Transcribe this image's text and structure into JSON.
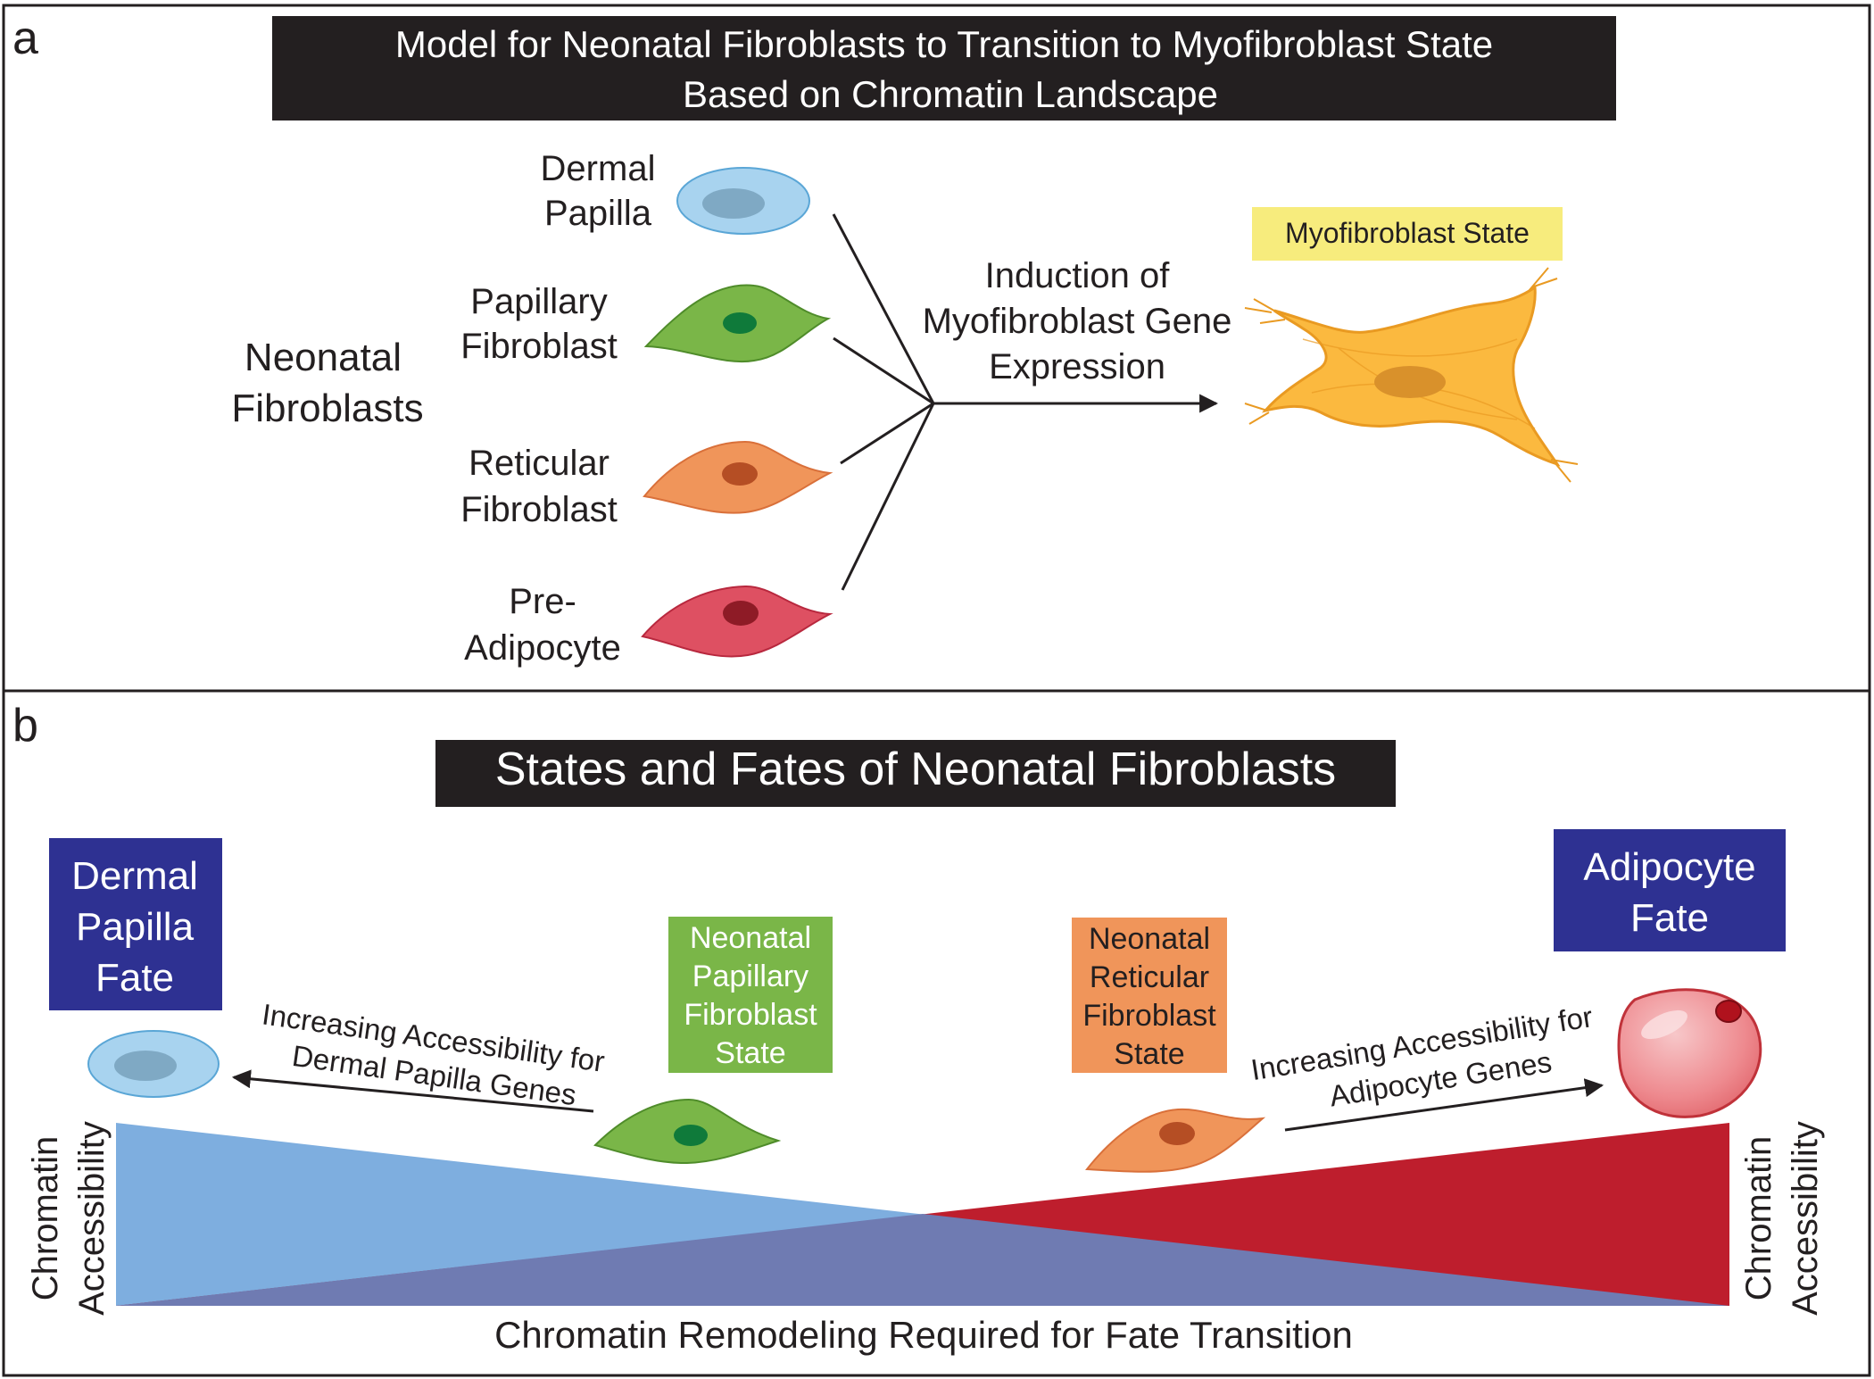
{
  "panel_a": {
    "letter": "a",
    "title_line1": "Model for Neonatal Fibroblasts to Transition to Myofibroblast State",
    "title_line2": "Based on Chromatin Landscape",
    "group_label_line1": "Neonatal",
    "group_label_line2": "Fibroblasts",
    "cells": [
      {
        "line1": "Dermal",
        "line2": "Papilla"
      },
      {
        "line1": "Papillary",
        "line2": "Fibroblast"
      },
      {
        "line1": "Reticular",
        "line2": "Fibroblast"
      },
      {
        "line1": "Pre-",
        "line2": "Adipocyte"
      }
    ],
    "arrow_label_line1": "Induction of",
    "arrow_label_line2": "Myofibroblast Gene",
    "arrow_label_line3": "Expression",
    "target_label": "Myofibroblast State"
  },
  "panel_b": {
    "letter": "b",
    "title": "States and Fates of Neonatal Fibroblasts",
    "left_fate_line1": "Dermal",
    "left_fate_line2": "Papilla",
    "left_fate_line3": "Fate",
    "right_fate_line1": "Adipocyte",
    "right_fate_line2": "Fate",
    "papillary_state_line1": "Neonatal",
    "papillary_state_line2": "Papillary",
    "papillary_state_line3": "Fibroblast",
    "papillary_state_line4": "State",
    "reticular_state_line1": "Neonatal",
    "reticular_state_line2": "Reticular",
    "reticular_state_line3": "Fibroblast",
    "reticular_state_line4": "State",
    "left_arrow_line1": "Increasing Accessibility for",
    "left_arrow_line2": "Dermal Papilla Genes",
    "right_arrow_line1": "Increasing Accessibility for",
    "right_arrow_line2": "Adipocyte Genes",
    "left_axis_line1": "Chromatin",
    "left_axis_line2": "Accessibility",
    "right_axis_line1": "Chromatin",
    "right_axis_line2": "Accessibility",
    "bottom_axis": "Chromatin Remodeling Required for Fate Transition"
  },
  "colors": {
    "title_bar": "#231f20",
    "fate_box": "#2e3192",
    "papillary_box": "#7ab648",
    "reticular_box": "#f0955a",
    "myofibroblast_box": "#f7ec7d",
    "blue_wedge": "#7eaedf",
    "red_wedge": "#be1e2d",
    "overlap": "#6f7bb2"
  }
}
